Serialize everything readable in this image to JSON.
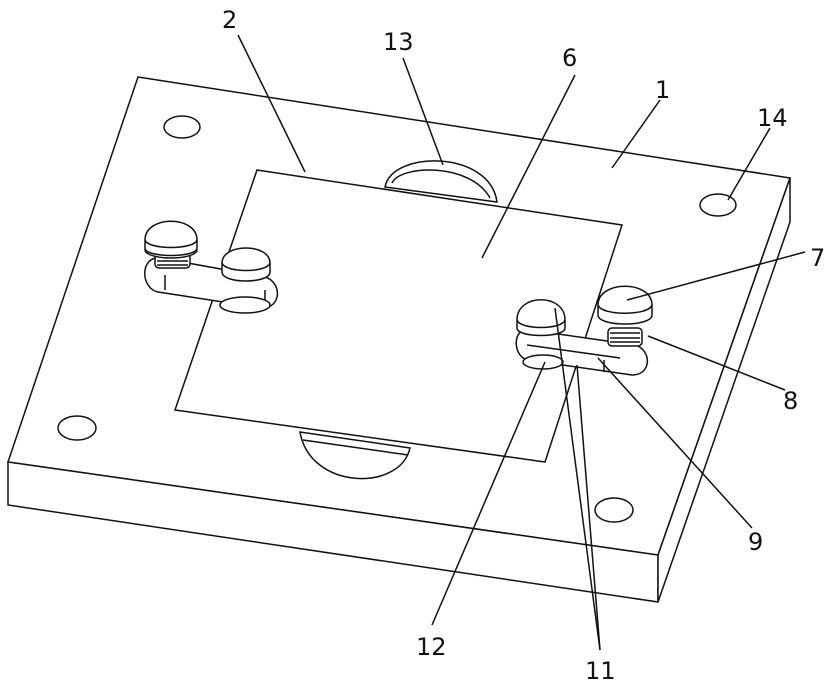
{
  "title": "Mounting plate assembly (patent drawing)",
  "labels": {
    "l1": "1",
    "l2": "2",
    "l6": "6",
    "l7": "7",
    "l8": "8",
    "l9": "9",
    "l11": "11",
    "l12": "12",
    "l13": "13",
    "l14": "14"
  },
  "colors": {
    "line": "#111111",
    "background": "#ffffff"
  }
}
